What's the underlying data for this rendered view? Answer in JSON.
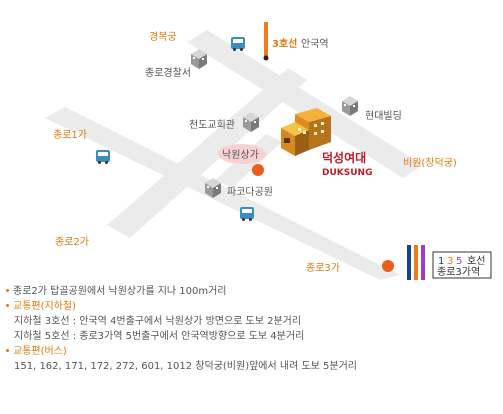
{
  "map": {
    "labels": {
      "gyeongbokgung": "경복궁",
      "jongno_police": "종로경찰서",
      "line3_station": "안국역",
      "line3_tag": "3호선",
      "hyundai_building": "현대빌딩",
      "cheondo_church": "천도교회관",
      "jongno1": "종로1가",
      "nagwon_arcade": "낙원상가",
      "duksung_kr": "덕성여대",
      "duksung_en": "DUKSUNG",
      "biwon": "비원(창덕궁)",
      "pagoda_park": "파코다공원",
      "jongno2": "종로2가",
      "jongno3": "종로3가"
    },
    "legend": {
      "n1": "1",
      "n3": "3",
      "n5": "5",
      "line_word": "호선",
      "station": "종로3가역"
    },
    "colors": {
      "road": "#ebebeb",
      "orange": "#ee5c1a",
      "label_orange": "#e07a10",
      "line1": "#1c3f94",
      "line3": "#ef7c1c",
      "line5": "#9a3ec2",
      "duksung_red": "#c0192c",
      "bus": "#3c8dbf"
    }
  },
  "info": {
    "bullet1": "종로2가 탑골공원에서 낙원상가를 지나 100m거리",
    "subway_head": "교통편(지하철)",
    "subway_line3": "지하철 3호선 : 안국역 4번출구에서 낙원상가 방면으로 도보 2분거리",
    "subway_line5": "지하철 5호선 : 종로3가역 5번출구에서 안국역방향으로 도보 4분거리",
    "bus_head": "교통편(버스)",
    "bus_routes": "151, 162, 171, 172, 272, 601, 1012 창덕궁(비원)앞에서 내려 도보 5분거리"
  }
}
